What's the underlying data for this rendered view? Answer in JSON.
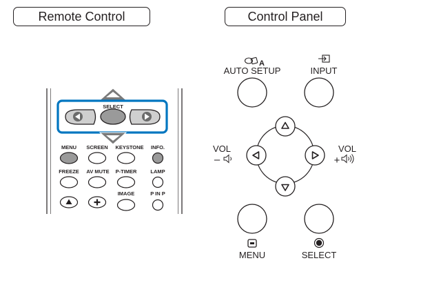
{
  "section_labels": {
    "remote": "Remote Control",
    "panel": "Control Panel"
  },
  "remote": {
    "select_label": "SELECT",
    "row1": [
      "MENU",
      "SCREEN",
      "KEYSTONE",
      "INFO."
    ],
    "row2": [
      "FREEZE",
      "AV MUTE",
      "P-TIMER",
      "LAMP"
    ],
    "row3": [
      "IMAGE",
      "P IN P"
    ],
    "highlight_color": "#0076c0",
    "arrow_color": "#7a7a7a"
  },
  "panel": {
    "auto_setup_label": "AUTO SETUP",
    "auto_setup_icon_text": "A",
    "input_label": "INPUT",
    "vol_minus_label": "VOL",
    "vol_minus_sign": "–",
    "vol_plus_label": "VOL",
    "vol_plus_sign": "+",
    "menu_label": "MENU",
    "select_label": "SELECT"
  },
  "icons": {
    "auto_setup": "auto-setup-icon",
    "input": "input-icon",
    "menu": "menu-icon",
    "select": "select-icon",
    "speaker": "speaker-icon"
  }
}
